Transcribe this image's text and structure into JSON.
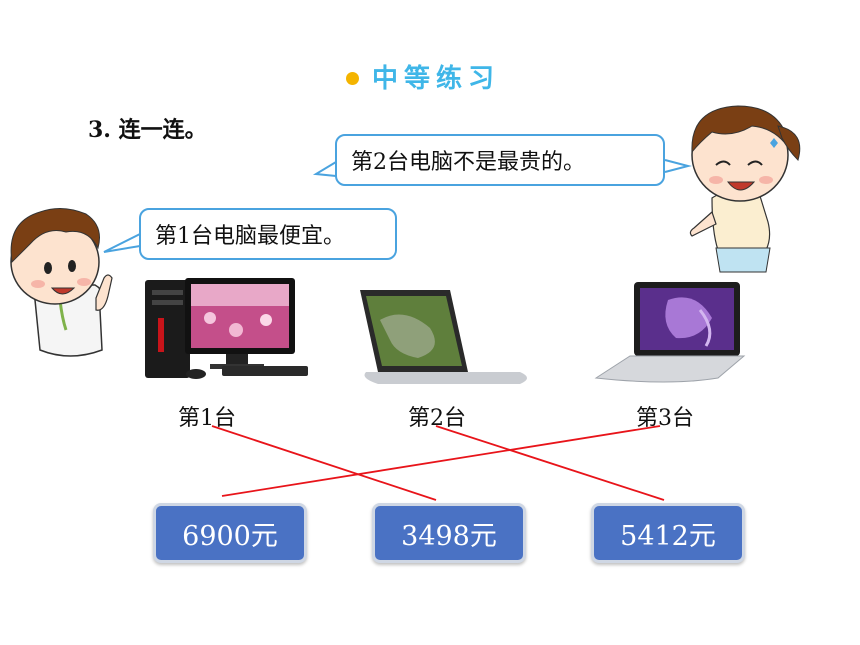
{
  "header": {
    "title": "中等练习"
  },
  "question": {
    "title": "3. 连一连。"
  },
  "speech": {
    "girl": "第2台电脑不是最贵的。",
    "boy": "第1台电脑最便宜。"
  },
  "devices": [
    {
      "label": "第1台",
      "icon": "desktop-computer-icon"
    },
    {
      "label": "第2台",
      "icon": "laptop-icon"
    },
    {
      "label": "第3台",
      "icon": "laptop-icon"
    }
  ],
  "prices": [
    {
      "label": "6900元"
    },
    {
      "label": "3498元"
    },
    {
      "label": "5412元"
    }
  ],
  "connections": [
    {
      "from": "第1台",
      "to": "3498元"
    },
    {
      "from": "第2台",
      "to": "5412元"
    },
    {
      "from": "第3台",
      "to": "6900元"
    }
  ],
  "colors": {
    "accent": "#3fb6e8",
    "dot": "#f4b400",
    "bubble_border": "#4aa3df",
    "price_box": "#4a72c4",
    "line": "#e8141a"
  }
}
